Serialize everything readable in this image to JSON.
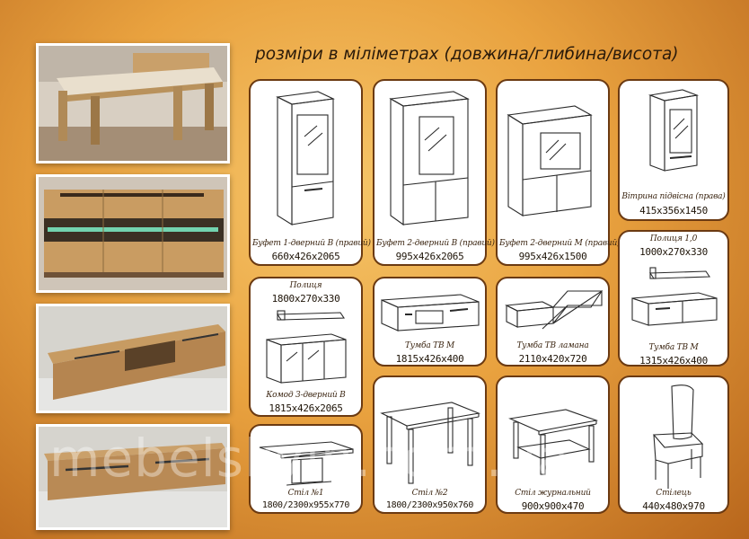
{
  "heading": "розміри в міліметрах (довжина/глибина/висота)",
  "watermark": "mebelskyin.com.ua",
  "items": [
    {
      "label": "Буфет 1-дверний В (правий)",
      "dims": "660x426x2065",
      "icon": "cabinet-tall-1door-icon"
    },
    {
      "label": "Буфет 2-дверний В (правий)",
      "dims": "995x426x2065",
      "icon": "cabinet-tall-2door-icon"
    },
    {
      "label": "Буфет 2-дверний М (правий)",
      "dims": "995x426x1500",
      "icon": "cabinet-medium-2door-icon"
    },
    {
      "label": "Вітрина підвісна  (права)",
      "dims": "415x356x1450",
      "icon": "hanging-display-icon"
    },
    {
      "label": "Полиця",
      "dims": "1800x270x330",
      "label2": "Комод 3-дверний В",
      "dims2": "1815x426x2065",
      "icon": "shelf-and-dresser-icon"
    },
    {
      "label": "Тумба ТВ М",
      "dims": "1815x426x400",
      "icon": "tv-stand-icon"
    },
    {
      "label": "Тумба ТВ ламана",
      "dims": "2110x420x720",
      "icon": "tv-stand-angled-icon"
    },
    {
      "label": "Полиця 1,0",
      "dims": "1000x270x330",
      "label2": "Тумба ТВ М",
      "dims2": "1315x426x400",
      "icon": "shelf-and-tv-stand-icon"
    },
    {
      "label": "Стіл №1",
      "dims": "1800/2300x955x770",
      "icon": "extendable-table-icon"
    },
    {
      "label": "Стіл №2",
      "dims": "1800/2300x950x760",
      "icon": "dining-table-icon"
    },
    {
      "label": "Стіл журнальний",
      "dims": "900x900x470",
      "icon": "coffee-table-icon"
    },
    {
      "label": "Стілець",
      "dims": "440x480x970",
      "icon": "chair-icon"
    }
  ]
}
